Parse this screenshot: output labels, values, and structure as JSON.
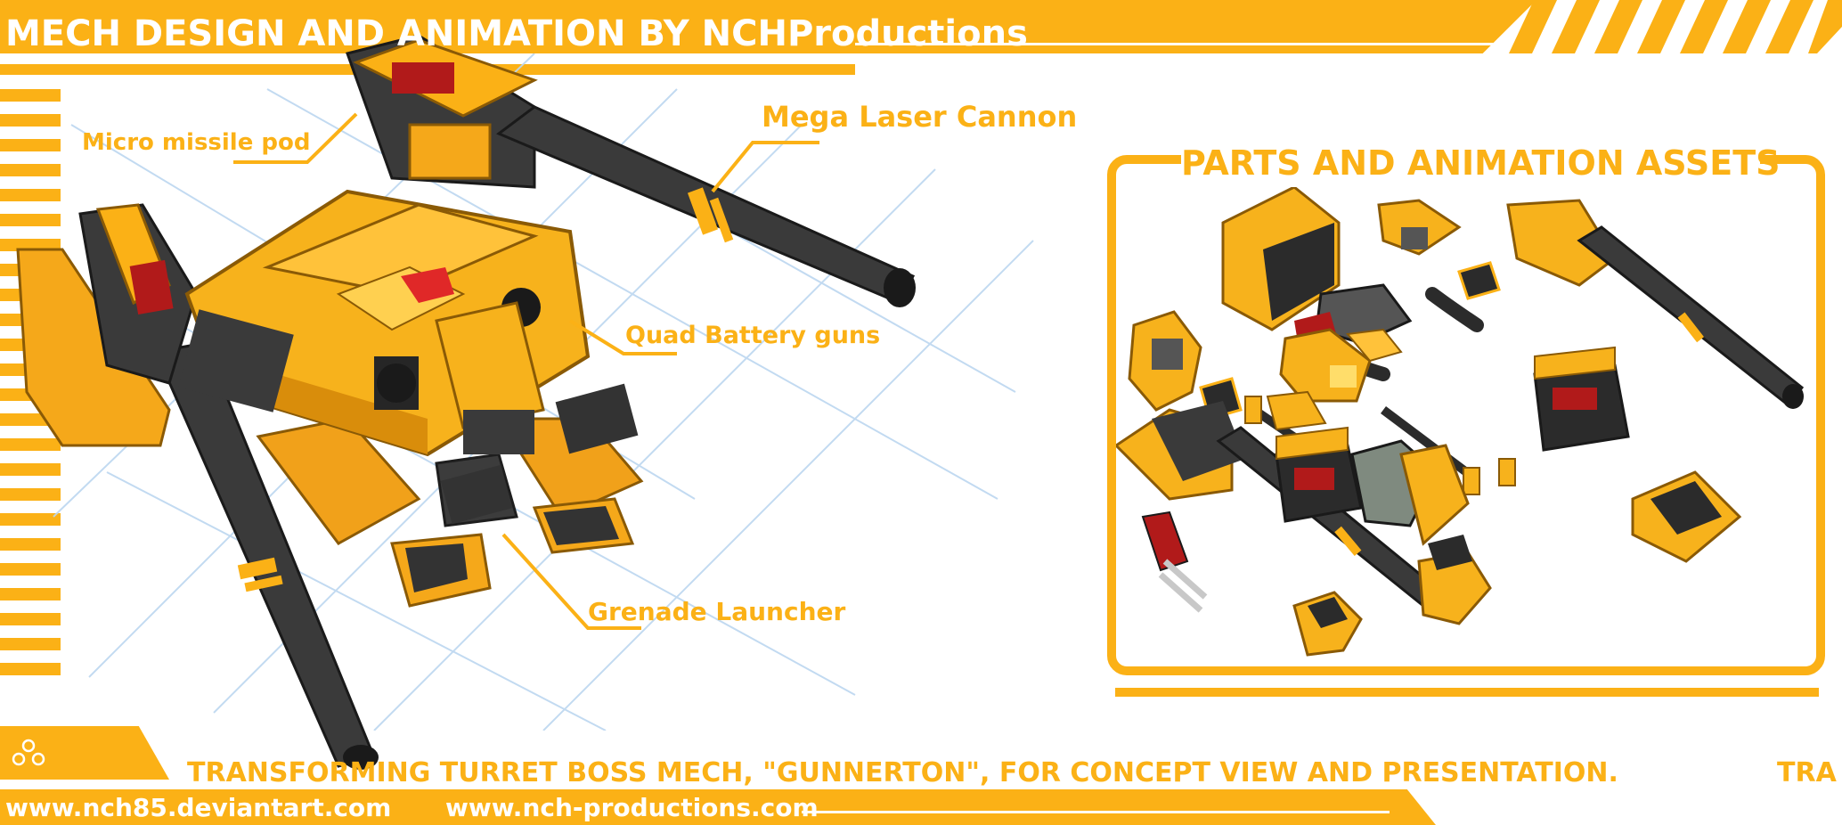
{
  "header": {
    "title": "MECH DESIGN AND ANIMATION BY NCHProductions"
  },
  "callouts": {
    "missile_pod": "Micro missile pod",
    "laser_cannon": "Mega Laser Cannon",
    "battery_guns": "Quad Battery guns",
    "grenade_launcher": "Grenade Launcher"
  },
  "assets_panel": {
    "title": "PARTS AND ANIMATION ASSETS"
  },
  "footer": {
    "tagline": "TRANSFORMING TURRET BOSS MECH, \"GUNNERTON\", FOR CONCEPT VIEW AND PRESENTATION.",
    "tagline_repeat": "TRA",
    "url_left": "www.nch85.deviantart.com",
    "url_right": "www.nch-productions.com"
  },
  "colors": {
    "accent": "#fbb116",
    "metal_dark": "#3c3c3c",
    "highlight_red": "#e02828",
    "grid_blue": "#bcd7f0"
  }
}
